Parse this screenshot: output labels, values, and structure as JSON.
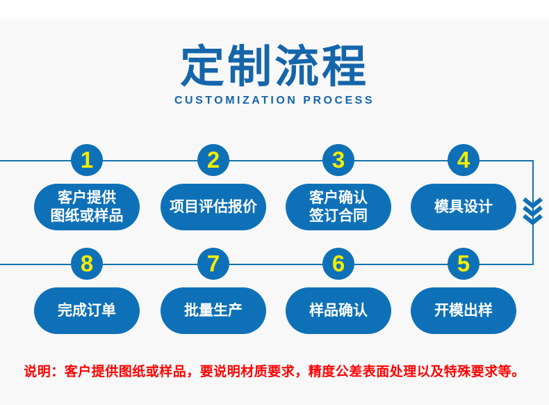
{
  "title": {
    "zh": "定制流程",
    "en": "CUSTOMIZATION PROCESS"
  },
  "colors": {
    "blue_shapes": "#0e71b8",
    "blue_title": "#1565aa",
    "number_yellow": "#f2ed00",
    "note_red": "#ff0000",
    "panel_bg": "#f8f8f8"
  },
  "flow": {
    "steps": [
      {
        "number": "1",
        "lines": [
          "客户提供",
          "图纸或样品"
        ]
      },
      {
        "number": "2",
        "lines": [
          "项目评估报价"
        ]
      },
      {
        "number": "3",
        "lines": [
          "客户确认",
          "签订合同"
        ]
      },
      {
        "number": "4",
        "lines": [
          "模具设计"
        ]
      },
      {
        "number": "5",
        "lines": [
          "开模出样"
        ]
      },
      {
        "number": "6",
        "lines": [
          "样品确认"
        ]
      },
      {
        "number": "7",
        "lines": [
          "批量生产"
        ]
      },
      {
        "number": "8",
        "lines": [
          "完成订单"
        ]
      }
    ]
  },
  "note": {
    "text": "说明：客户提供图纸或样品，要说明材质要求，精度公差表面处理以及特殊要求等。"
  }
}
